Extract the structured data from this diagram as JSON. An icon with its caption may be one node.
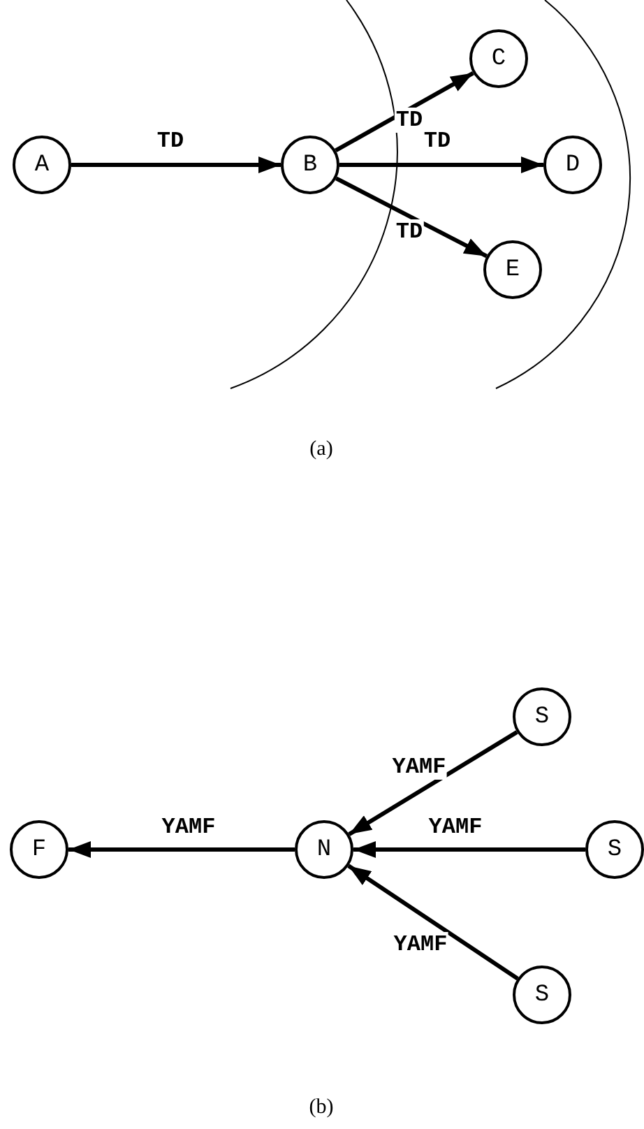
{
  "diagram": {
    "nodes": [
      {
        "text": [
          "A"
        ]
      },
      {
        "text": [
          "B"
        ]
      },
      {
        "text": [
          "C"
        ]
      },
      {
        "text": [
          "D"
        ]
      },
      {
        "text": [
          "E"
        ]
      },
      {
        "text": [
          "F"
        ]
      },
      {
        "text": [
          "N"
        ]
      },
      {
        "text": [
          "S"
        ]
      },
      {
        "text": [
          "S"
        ]
      },
      {
        "text": [
          "S"
        ]
      }
    ],
    "edges": [
      {
        "from": 0,
        "to": 1,
        "arrow": "to",
        "label": "TD"
      },
      {
        "from": 1,
        "to": 2,
        "arrow": "to",
        "label": "TD"
      },
      {
        "from": 1,
        "to": 3,
        "arrow": "to",
        "label": "TD"
      },
      {
        "from": 1,
        "to": 4,
        "arrow": "to",
        "label": "TD"
      },
      {
        "from": 6,
        "to": 5,
        "arrow": "to",
        "label": "YAMF"
      },
      {
        "from": 7,
        "to": 6,
        "arrow": "to",
        "label": "YAMF"
      },
      {
        "from": 8,
        "to": 6,
        "arrow": "to",
        "label": "YAMF"
      },
      {
        "from": 9,
        "to": 6,
        "arrow": "to",
        "label": "YAMF"
      }
    ],
    "labels": [
      "(a)",
      "(b)"
    ]
  }
}
